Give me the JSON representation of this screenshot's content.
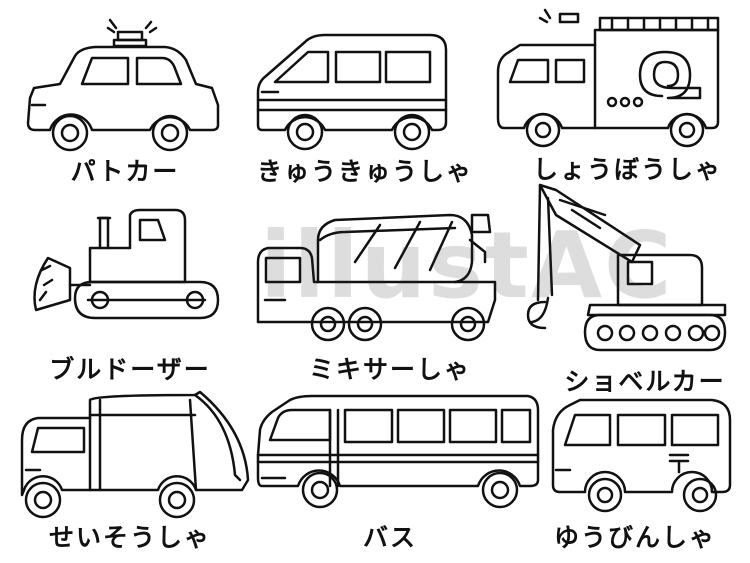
{
  "vehicles": [
    {
      "label": "パトカー",
      "icon": "police-car-icon"
    },
    {
      "label": "きゅうきゅうしゃ",
      "icon": "ambulance-icon"
    },
    {
      "label": "しょうぼうしゃ",
      "icon": "fire-truck-icon"
    },
    {
      "label": "ブルドーザー",
      "icon": "bulldozer-icon"
    },
    {
      "label": "ミキサーしゃ",
      "icon": "cement-mixer-truck-icon"
    },
    {
      "label": "ショベルカー",
      "icon": "excavator-icon"
    },
    {
      "label": "せいそうしゃ",
      "icon": "garbage-truck-icon"
    },
    {
      "label": "バス",
      "icon": "bus-icon"
    },
    {
      "label": "ゆうびんしゃ",
      "icon": "mail-van-icon"
    }
  ],
  "watermark": {
    "text": "illustAC"
  }
}
